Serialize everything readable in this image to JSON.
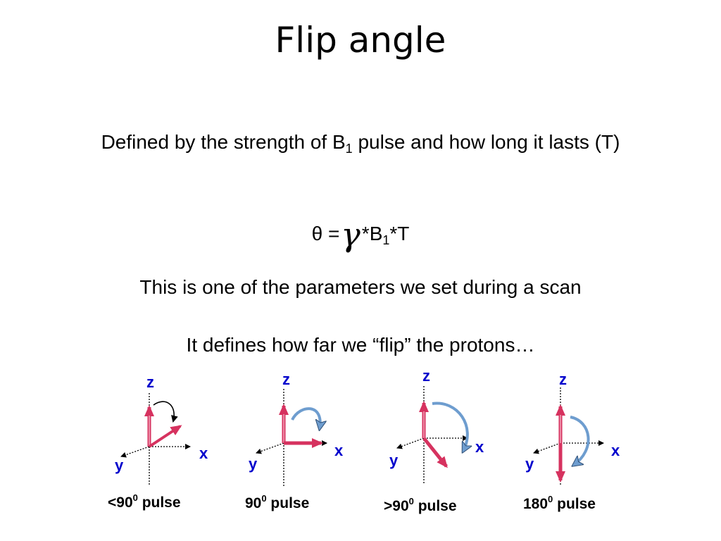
{
  "title": "Flip angle",
  "definition": {
    "text_before": "Defined by the strength of B",
    "subscript": "1",
    "text_after": " pulse and how long it lasts (T)"
  },
  "equation": {
    "lhs": "θ =",
    "gamma_icon": "gamma-symbol",
    "rhs_before": "*B",
    "subscript": "1",
    "rhs_after": "*T"
  },
  "line3": "This is one of the parameters we set during a scan",
  "line4": "It defines how far we “flip” the protons…",
  "colors": {
    "axis_label": "#0000cc",
    "proton_vector": "#d6325f",
    "proton_vector_fill": "#f4a6bb",
    "rotation_arrow": "#6e9dcf"
  },
  "diagrams": [
    {
      "axis_labels": {
        "z": "z",
        "x": "x",
        "y": "y"
      },
      "caption": {
        "prefix": "<90",
        "sup": "0",
        "suffix": " pulse"
      }
    },
    {
      "axis_labels": {
        "z": "z",
        "x": "x",
        "y": "y"
      },
      "caption": {
        "prefix": "90",
        "sup": "0",
        "suffix": " pulse"
      }
    },
    {
      "axis_labels": {
        "z": "z",
        "x": "x",
        "y": "y"
      },
      "caption": {
        "prefix": ">90",
        "sup": "0",
        "suffix": " pulse"
      }
    },
    {
      "axis_labels": {
        "z": "z",
        "x": "x",
        "y": "y"
      },
      "caption": {
        "prefix": "180",
        "sup": "0",
        "suffix": " pulse"
      }
    }
  ]
}
